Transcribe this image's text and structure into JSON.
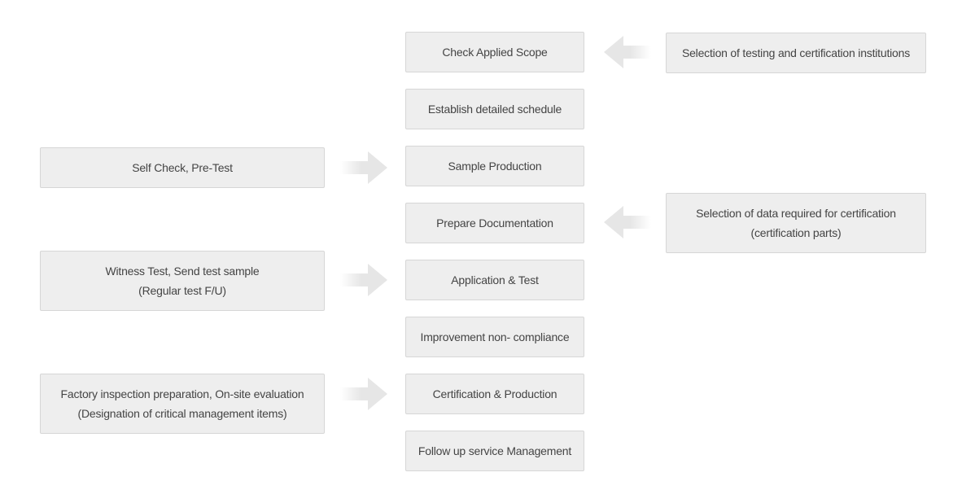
{
  "steps": [
    "Check Applied Scope",
    "Establish detailed schedule",
    "Sample Production",
    "Prepare Documentation",
    "Application & Test",
    "Improvement non- compliance",
    "Certification & Production",
    "Follow up service Management"
  ],
  "left_notes": {
    "self_check": {
      "line1": "Self Check, Pre-Test"
    },
    "witness_test": {
      "line1": "Witness Test, Send test sample",
      "line2": "(Regular test F/U)"
    },
    "factory_inspection": {
      "line1": "Factory inspection preparation, On-site evaluation",
      "line2": "(Designation of critical management items)"
    }
  },
  "right_notes": {
    "institution_selection": {
      "line1": "Selection of testing and certification institutions"
    },
    "data_selection": {
      "line1": "Selection of data required for certification",
      "line2": "(certification parts)"
    }
  },
  "colors": {
    "box_fill": "#eeeeee",
    "box_border": "#d6d6d6",
    "text": "#444444",
    "arrow": "#e6e6e6"
  },
  "icons": {
    "arrow_right": "arrow-right-icon",
    "arrow_left": "arrow-left-icon"
  }
}
